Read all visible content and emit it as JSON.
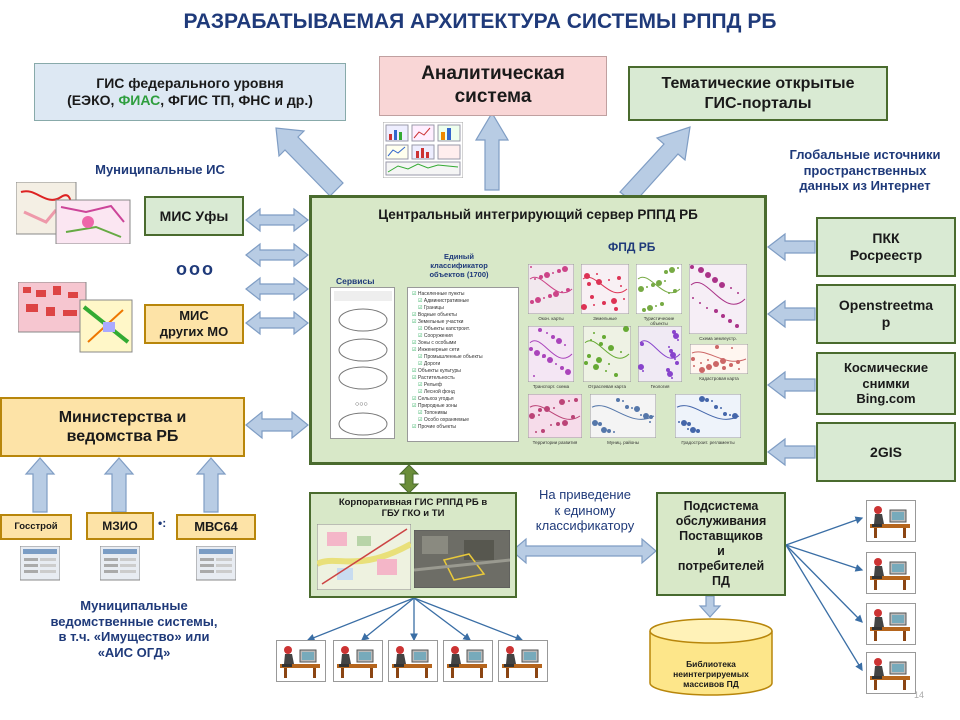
{
  "title": "РАЗРАБАТЫВАЕМАЯ АРХИТЕКТУРА СИСТЕМЫ РППД РБ",
  "colors": {
    "title": "#1f3a7a",
    "green_fill": "#d9ead3",
    "orange_fill": "#fde3a7",
    "arrow_fill": "#b8cce4",
    "arrow_stroke": "#7f9dc4"
  },
  "nodes": {
    "gis_federal": {
      "line1": "ГИС федерального уровня",
      "line2a": "(ЕЭКО, ",
      "line2b": "ФИАС",
      "line2c": ", ФГИС ТП, ФНС и др.)"
    },
    "analytic": {
      "line1": "Аналитическая",
      "line2": "система"
    },
    "thematic": {
      "line1": "Тематические открытые",
      "line2": "ГИС-порталы"
    },
    "global_sources": {
      "line1": "Глобальные источники",
      "line2": "пространственных",
      "line3": "данных из Интернет"
    },
    "municipal_is": "Муниципальные ИС",
    "mis_ufa": "МИС Уфы",
    "dots": "ооо",
    "mis_other": {
      "line1": "МИС",
      "line2": "других МО"
    },
    "ministries": {
      "line1": "Министерства и",
      "line2": "ведомства РБ"
    },
    "central": {
      "title": "Центральный интегрирующий сервер РППД РБ",
      "services": "Сервисы",
      "classifier": {
        "line1": "Единый",
        "line2": "классификатор",
        "line3": "объектов (1700)"
      },
      "fpd": "ФПД РБ"
    },
    "pkk": {
      "line1": "ПКК",
      "line2": "Росреестр"
    },
    "osm": {
      "line1": "Openstreetma",
      "line2": "p"
    },
    "bing": {
      "line1": "Космические",
      "line2": "снимки",
      "line3": "Bing.com"
    },
    "twogis": "2GIS",
    "gosstroy": "Госстрой",
    "mzio": "МЗИО",
    "mvs": "МВС64",
    "sep_dots": "•:",
    "municipal_dept": {
      "line1": "Муниципальные",
      "line2": "ведомственные системы,",
      "line3": "в т.ч. «Имущество» или",
      "line4": "«АИС ОГД»"
    },
    "corporate": {
      "line1": "Корпоративная ГИС РППД РБ в",
      "line2": "ГБУ ГКО и ТИ"
    },
    "to_classifier": {
      "line1": "На приведение",
      "line2": "к единому",
      "line3": "классификатору"
    },
    "subsystem": {
      "line1": "Подсистема",
      "line2": "обслуживания",
      "line3": "Поставщиков",
      "line4": "и",
      "line5": "потребителей",
      "line6": "ПД"
    },
    "library": {
      "line1": "Библиотека",
      "line2": "неинтегрируемых",
      "line3": "массивов ПД"
    }
  },
  "classifier_items": [
    "Населенные пункты",
    "Административные",
    "Границы",
    "Водные объекты",
    "Земельные участки",
    "Объекты капстроит.",
    "Сооружения",
    "Зоны с особыми",
    "Инженерные сети",
    "Промышленные объекты",
    "Дороги",
    "Объекты культуры",
    "Растительность",
    "Рельеф",
    "Лесной фонд",
    "Сельхоз угодья",
    "Природные зоны",
    "Топонимы",
    "Особо охраняемые",
    "Прочие объекты"
  ],
  "map_labels": [
    "Окон. карты",
    "Земельные",
    "Туристические объекты",
    "Схема землеустр.",
    "Транспорт. схема",
    "Отраслевая карта",
    "Геология",
    "Кадастровая карта",
    "Территории развития",
    "Муниц. районы",
    "Градостроит. регламенты"
  ],
  "page_number": "14"
}
